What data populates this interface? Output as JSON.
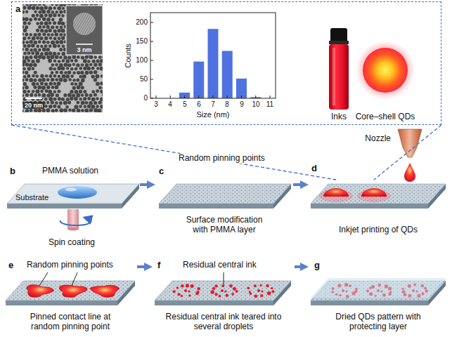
{
  "diagram": {
    "nodes": [
      {
        "text": [
          "a"
        ]
      },
      {
        "text": [
          "Spin coating"
        ]
      },
      {
        "text": [
          "Surface modification with PMMA layer"
        ]
      },
      {
        "text": [
          "Inkjet printing of QDs"
        ]
      },
      {
        "text": [
          "Pinned contact line at random pinning point"
        ]
      },
      {
        "text": [
          "Residual central ink teared into several droplets"
        ]
      },
      {
        "text": [
          "Dried QDs pattern with protecting layer"
        ]
      }
    ],
    "edges": [
      {
        "from": 0,
        "to": 3,
        "arrow": "none"
      },
      {
        "from": 0,
        "to": 3,
        "arrow": "none"
      },
      {
        "from": 1,
        "to": 2,
        "arrow": "to"
      },
      {
        "from": 2,
        "to": 3,
        "arrow": "to"
      },
      {
        "from": 4,
        "to": 5,
        "arrow": "to"
      },
      {
        "from": 5,
        "to": 6,
        "arrow": "to"
      }
    ],
    "labels": [
      "20 nm",
      "3 nm",
      "200",
      "150",
      "100",
      "50",
      "0",
      "Counts",
      "3",
      "4",
      "5",
      "6",
      "7",
      "8",
      "9",
      "10",
      "11",
      "Size (nm)",
      "Inks",
      "Core–shell QDs",
      "Nozzle",
      "b",
      "PMMA solution",
      "Substrate",
      "c",
      "Random pinning points",
      "d",
      "e",
      "Random pinning points",
      "f",
      "Residual central ink",
      "g"
    ]
  }
}
